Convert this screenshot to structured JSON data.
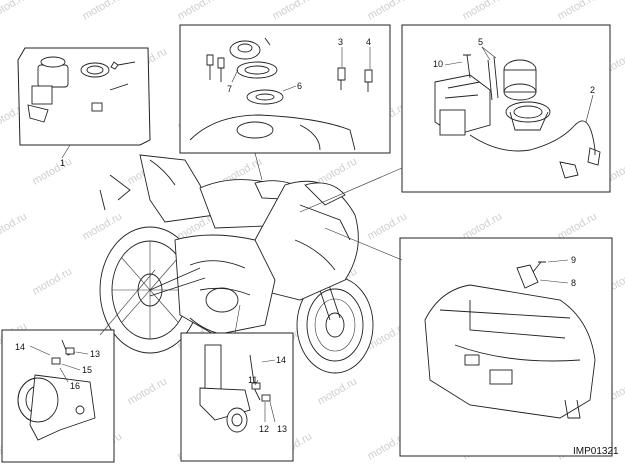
{
  "diagram": {
    "code": "IMP01321",
    "watermark": "motod.ru",
    "callouts": {
      "p1": [
        "1"
      ],
      "p2": [
        "3",
        "4",
        "7",
        "6"
      ],
      "p3": [
        "5",
        "10",
        "2"
      ],
      "p4": [
        "9",
        "8"
      ],
      "p5": [
        "14",
        "13",
        "15",
        "16"
      ],
      "p6": [
        "14",
        "11",
        "12",
        "13"
      ]
    }
  }
}
